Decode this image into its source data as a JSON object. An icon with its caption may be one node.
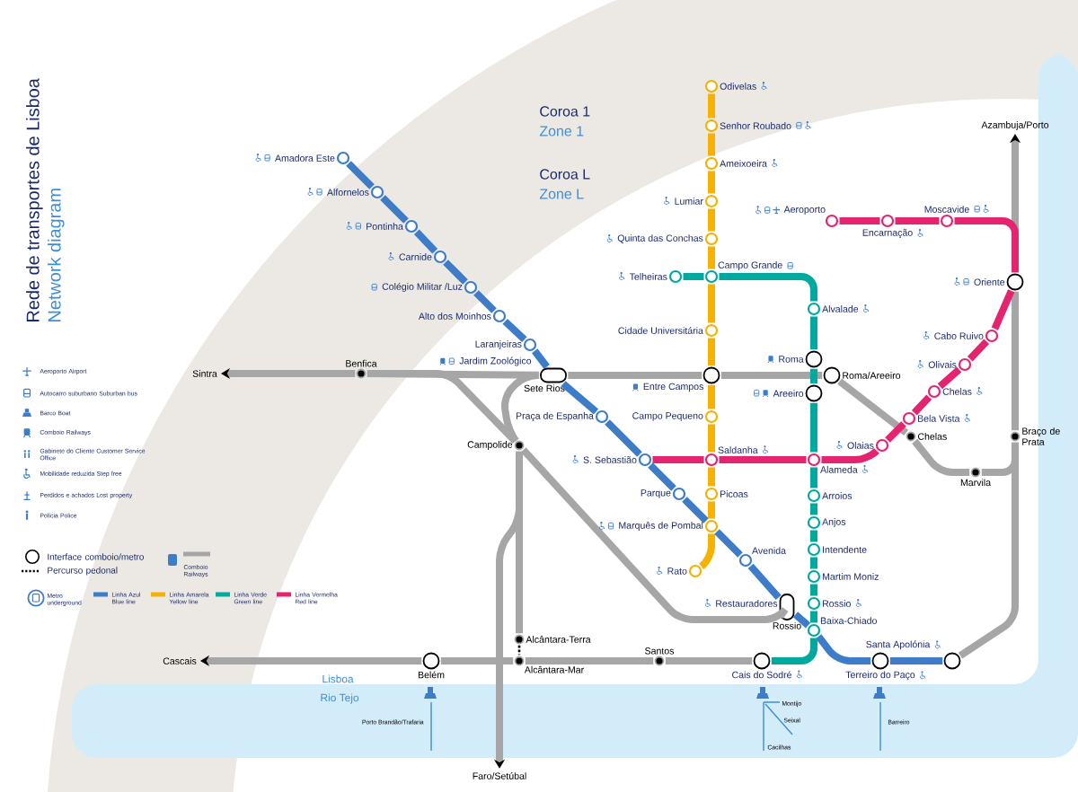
{
  "diagram": {
    "title": "Rede de transportes de Lisboa",
    "nodes": [
      {
        "text": [
          "Amadora Este"
        ]
      },
      {
        "text": [
          "Alfornelos"
        ]
      },
      {
        "text": [
          "Pontinha"
        ]
      },
      {
        "text": [
          "Carnide"
        ]
      },
      {
        "text": [
          "Colégio Militar /Luz"
        ]
      },
      {
        "text": [
          "Alto dos Moinhos"
        ]
      },
      {
        "text": [
          "Laranjeiras"
        ]
      },
      {
        "text": [
          "Jardim Zoológico",
          "Sete Rios"
        ]
      },
      {
        "text": [
          "Praça de Espanha"
        ]
      },
      {
        "text": [
          "S. Sebastião"
        ]
      },
      {
        "text": [
          "Parque"
        ]
      },
      {
        "text": [
          "Marquês de Pombal"
        ]
      },
      {
        "text": [
          "Avenida"
        ]
      },
      {
        "text": [
          "Restauradores",
          "Rossio"
        ]
      },
      {
        "text": [
          "Baixa-Chiado"
        ]
      },
      {
        "text": [
          "Terreiro do Paço"
        ]
      },
      {
        "text": [
          "Santa Apolónia"
        ]
      },
      {
        "text": [
          "Odivelas"
        ]
      },
      {
        "text": [
          "Senhor Roubado"
        ]
      },
      {
        "text": [
          "Ameixoeira"
        ]
      },
      {
        "text": [
          "Lumiar"
        ]
      },
      {
        "text": [
          "Quinta das Conchas"
        ]
      },
      {
        "text": [
          "Campo Grande"
        ]
      },
      {
        "text": [
          "Cidade Universitária"
        ]
      },
      {
        "text": [
          "Entre Campos"
        ]
      },
      {
        "text": [
          "Campo Pequeno"
        ]
      },
      {
        "text": [
          "Saldanha"
        ]
      },
      {
        "text": [
          "Picoas"
        ]
      },
      {
        "text": [
          "Rato"
        ]
      },
      {
        "text": [
          "Telheiras"
        ]
      },
      {
        "text": [
          "Alvalade"
        ]
      },
      {
        "text": [
          "Roma"
        ]
      },
      {
        "text": [
          "Areeiro"
        ]
      },
      {
        "text": [
          "Alameda"
        ]
      },
      {
        "text": [
          "Arroios"
        ]
      },
      {
        "text": [
          "Anjos"
        ]
      },
      {
        "text": [
          "Intendente"
        ]
      },
      {
        "text": [
          "Martim Moniz"
        ]
      },
      {
        "text": [
          "Rossio"
        ]
      },
      {
        "text": [
          "Cais do Sodré"
        ]
      },
      {
        "text": [
          "Aeroporto"
        ]
      },
      {
        "text": [
          "Encarnação"
        ]
      },
      {
        "text": [
          "Moscavide"
        ]
      },
      {
        "text": [
          "Oriente"
        ]
      },
      {
        "text": [
          "Cabo Ruivo"
        ]
      },
      {
        "text": [
          "Olivais"
        ]
      },
      {
        "text": [
          "Chelas"
        ]
      },
      {
        "text": [
          "Bela Vista"
        ]
      },
      {
        "text": [
          "Olaias"
        ]
      },
      {
        "text": [
          "Sintra"
        ]
      },
      {
        "text": [
          "Benfica"
        ]
      },
      {
        "text": [
          "Campolide"
        ]
      },
      {
        "text": [
          "Roma/Areeiro"
        ]
      },
      {
        "text": [
          "Chelas"
        ]
      },
      {
        "text": [
          "Marvila"
        ]
      },
      {
        "text": [
          "Braço de Prata"
        ]
      },
      {
        "text": [
          "Azambuja/Porto"
        ]
      },
      {
        "text": [
          "Alcântara-Terra"
        ]
      },
      {
        "text": [
          "Alcântara-Mar"
        ]
      },
      {
        "text": [
          "Santos"
        ]
      },
      {
        "text": [
          "Belém"
        ]
      },
      {
        "text": [
          "Cascais"
        ]
      },
      {
        "text": [
          "Faro/Setúbal"
        ]
      }
    ],
    "edges": [
      {
        "from": 50,
        "to": 49,
        "arrow": "to"
      },
      {
        "from": 50,
        "to": 7,
        "arrow": "none"
      },
      {
        "from": 7,
        "to": 24,
        "arrow": "none"
      },
      {
        "from": 24,
        "to": 52,
        "arrow": "none"
      },
      {
        "from": 52,
        "to": 53,
        "arrow": "none"
      },
      {
        "from": 53,
        "to": 54,
        "arrow": "none"
      },
      {
        "from": 54,
        "to": 55,
        "arrow": "none"
      },
      {
        "from": 55,
        "to": 43,
        "arrow": "none"
      },
      {
        "from": 43,
        "to": 56,
        "arrow": "to"
      },
      {
        "from": 55,
        "to": 16,
        "arrow": "none"
      },
      {
        "from": 50,
        "to": 51,
        "arrow": "none"
      },
      {
        "from": 7,
        "to": 51,
        "arrow": "none"
      },
      {
        "from": 51,
        "to": 13,
        "arrow": "none"
      },
      {
        "from": 51,
        "to": 57,
        "arrow": "none"
      },
      {
        "from": 57,
        "to": 58,
        "arrow": "none",
        "style": "dashed",
        "color": "#000000"
      },
      {
        "from": 60,
        "to": 61,
        "arrow": "to"
      },
      {
        "from": 60,
        "to": 58,
        "arrow": "none"
      },
      {
        "from": 58,
        "to": 59,
        "arrow": "none"
      },
      {
        "from": 59,
        "to": 39,
        "arrow": "none"
      },
      {
        "from": 51,
        "to": 62,
        "arrow": "to"
      },
      {
        "from": 0,
        "to": 1,
        "arrow": "none",
        "color": "#3d7cc9"
      },
      {
        "from": 1,
        "to": 2,
        "arrow": "none",
        "color": "#3d7cc9"
      },
      {
        "from": 2,
        "to": 3,
        "arrow": "none",
        "color": "#3d7cc9"
      },
      {
        "from": 3,
        "to": 4,
        "arrow": "none",
        "color": "#3d7cc9"
      },
      {
        "from": 4,
        "to": 5,
        "arrow": "none",
        "color": "#3d7cc9"
      },
      {
        "from": 5,
        "to": 6,
        "arrow": "none",
        "color": "#3d7cc9"
      },
      {
        "from": 6,
        "to": 7,
        "arrow": "none",
        "color": "#3d7cc9"
      },
      {
        "from": 7,
        "to": 8,
        "arrow": "none",
        "color": "#3d7cc9"
      },
      {
        "from": 8,
        "to": 9,
        "arrow": "none",
        "color": "#3d7cc9"
      },
      {
        "from": 9,
        "to": 10,
        "arrow": "none",
        "color": "#3d7cc9"
      },
      {
        "from": 10,
        "to": 11,
        "arrow": "none",
        "color": "#3d7cc9"
      },
      {
        "from": 11,
        "to": 12,
        "arrow": "none",
        "color": "#3d7cc9"
      },
      {
        "from": 12,
        "to": 13,
        "arrow": "none",
        "color": "#3d7cc9"
      },
      {
        "from": 13,
        "to": 14,
        "arrow": "none",
        "color": "#3d7cc9"
      },
      {
        "from": 14,
        "to": 15,
        "arrow": "none",
        "color": "#3d7cc9"
      },
      {
        "from": 15,
        "to": 16,
        "arrow": "none",
        "color": "#3d7cc9"
      },
      {
        "from": 17,
        "to": 18,
        "arrow": "none",
        "color": "#f7b100"
      },
      {
        "from": 18,
        "to": 19,
        "arrow": "none",
        "color": "#f7b100"
      },
      {
        "from": 19,
        "to": 20,
        "arrow": "none",
        "color": "#f7b100"
      },
      {
        "from": 20,
        "to": 21,
        "arrow": "none",
        "color": "#f7b100"
      },
      {
        "from": 21,
        "to": 22,
        "arrow": "none",
        "color": "#f7b100"
      },
      {
        "from": 22,
        "to": 23,
        "arrow": "none",
        "color": "#f7b100"
      },
      {
        "from": 23,
        "to": 24,
        "arrow": "none",
        "color": "#f7b100"
      },
      {
        "from": 24,
        "to": 25,
        "arrow": "none",
        "color": "#f7b100"
      },
      {
        "from": 25,
        "to": 26,
        "arrow": "none",
        "color": "#f7b100"
      },
      {
        "from": 26,
        "to": 27,
        "arrow": "none",
        "color": "#f7b100"
      },
      {
        "from": 27,
        "to": 11,
        "arrow": "none",
        "color": "#f7b100"
      },
      {
        "from": 11,
        "to": 28,
        "arrow": "none",
        "color": "#f7b100"
      },
      {
        "from": 29,
        "to": 22,
        "arrow": "none",
        "color": "#00a99d"
      },
      {
        "from": 22,
        "to": 30,
        "arrow": "none",
        "color": "#00a99d"
      },
      {
        "from": 30,
        "to": 31,
        "arrow": "none",
        "color": "#00a99d"
      },
      {
        "from": 31,
        "to": 32,
        "arrow": "none",
        "color": "#00a99d"
      },
      {
        "from": 32,
        "to": 33,
        "arrow": "none",
        "color": "#00a99d"
      },
      {
        "from": 33,
        "to": 34,
        "arrow": "none",
        "color": "#00a99d"
      },
      {
        "from": 34,
        "to": 35,
        "arrow": "none",
        "color": "#00a99d"
      },
      {
        "from": 35,
        "to": 36,
        "arrow": "none",
        "color": "#00a99d"
      },
      {
        "from": 36,
        "to": 37,
        "arrow": "none",
        "color": "#00a99d"
      },
      {
        "from": 37,
        "to": 38,
        "arrow": "none",
        "color": "#00a99d"
      },
      {
        "from": 38,
        "to": 14,
        "arrow": "none",
        "color": "#00a99d"
      },
      {
        "from": 14,
        "to": 39,
        "arrow": "none",
        "color": "#00a99d"
      },
      {
        "from": 40,
        "to": 41,
        "arrow": "none",
        "color": "#e5246f"
      },
      {
        "from": 41,
        "to": 42,
        "arrow": "none",
        "color": "#e5246f"
      },
      {
        "from": 42,
        "to": 43,
        "arrow": "none",
        "color": "#e5246f"
      },
      {
        "from": 43,
        "to": 44,
        "arrow": "none",
        "color": "#e5246f"
      },
      {
        "from": 44,
        "to": 45,
        "arrow": "none",
        "color": "#e5246f"
      },
      {
        "from": 45,
        "to": 46,
        "arrow": "none",
        "color": "#e5246f"
      },
      {
        "from": 46,
        "to": 47,
        "arrow": "none",
        "color": "#e5246f"
      },
      {
        "from": 47,
        "to": 48,
        "arrow": "none",
        "color": "#e5246f"
      },
      {
        "from": 48,
        "to": 33,
        "arrow": "none",
        "color": "#e5246f"
      },
      {
        "from": 33,
        "to": 26,
        "arrow": "none",
        "color": "#e5246f"
      },
      {
        "from": 26,
        "to": 9,
        "arrow": "none",
        "color": "#e5246f"
      }
    ],
    "labels": [
      "Network diagram",
      "Coroa 1",
      "Zone 1",
      "Coroa L",
      "Zone L",
      "Lisboa",
      "Rio Tejo",
      "Porto Brandão/Trafaria",
      "Montijo",
      "Seixal",
      "Cacilhas",
      "Barreiro"
    ],
    "legend": [
      {
        "text": "Aeroporto Airport"
      },
      {
        "text": "Autocarro suburbano Suburban bus"
      },
      {
        "text": "Barco Boat"
      },
      {
        "text": "Comboio Railways"
      },
      {
        "text": "Gabinete do Cliente Customer Service Office"
      },
      {
        "text": "Mobilidade reduzida Step free"
      },
      {
        "text": "Perdidos e achados Lost property"
      },
      {
        "text": "Polícia Police"
      },
      {
        "text": "Interface comboio/metro"
      },
      {
        "text": "Percurso pedonal"
      },
      {
        "text": "Comboio Railways"
      },
      {
        "text": "Metro underground"
      },
      {
        "text": "Linha Azul Blue line"
      },
      {
        "text": "Linha Amarela Yellow line"
      },
      {
        "text": "Linha Verde Green line"
      },
      {
        "text": "Linha Vermelha Red line"
      }
    ]
  }
}
